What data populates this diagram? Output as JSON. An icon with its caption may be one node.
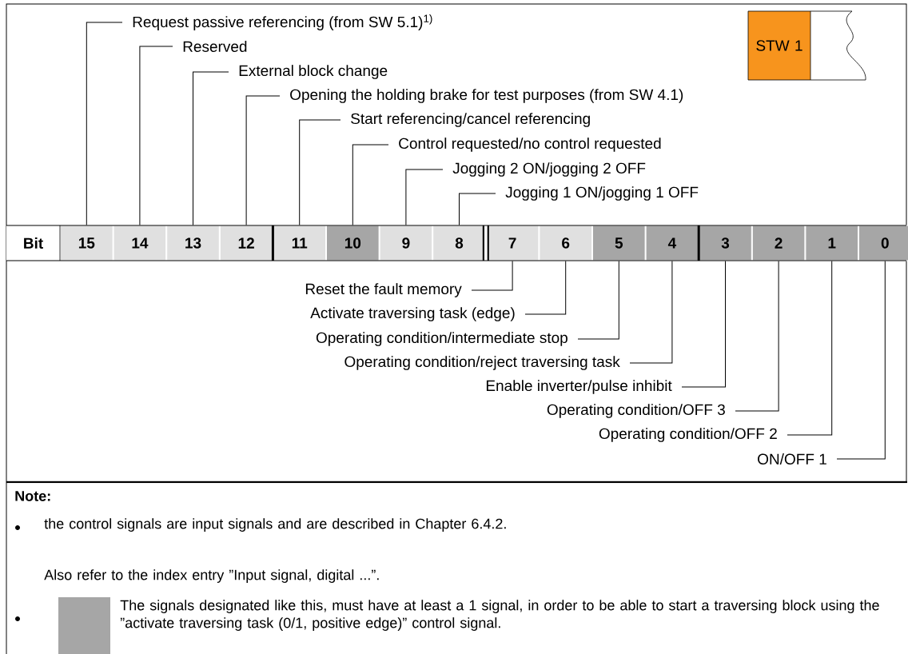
{
  "diagram": {
    "nodes": [
      {
        "text": [
          "Request passive referencing (from SW 5.1)$^{1)}$"
        ]
      },
      {
        "text": [
          "Reserved"
        ]
      },
      {
        "text": [
          "External block change"
        ]
      },
      {
        "text": [
          "Opening the holding brake for test purposes (from SW 4.1)"
        ]
      },
      {
        "text": [
          "Start referencing/cancel referencing"
        ]
      },
      {
        "text": [
          "Control requested/no control requested"
        ]
      },
      {
        "text": [
          "Jogging 2 ON/jogging 2 OFF"
        ]
      },
      {
        "text": [
          "Jogging 1 ON/jogging 1 OFF"
        ]
      },
      {
        "text": [
          "STW 1"
        ]
      },
      {
        "text": [
          "Bit"
        ]
      },
      {
        "text": [
          "15"
        ]
      },
      {
        "text": [
          "14"
        ]
      },
      {
        "text": [
          "13"
        ]
      },
      {
        "text": [
          "12"
        ]
      },
      {
        "text": [
          "11"
        ]
      },
      {
        "text": [
          "10"
        ]
      },
      {
        "text": [
          "9"
        ]
      },
      {
        "text": [
          "8"
        ]
      },
      {
        "text": [
          "7"
        ]
      },
      {
        "text": [
          "6"
        ]
      },
      {
        "text": [
          "5"
        ]
      },
      {
        "text": [
          "4"
        ]
      },
      {
        "text": [
          "3"
        ]
      },
      {
        "text": [
          "2"
        ]
      },
      {
        "text": [
          "1"
        ]
      },
      {
        "text": [
          "0"
        ]
      },
      {
        "text": [
          "Reset the fault memory"
        ]
      },
      {
        "text": [
          "Activate traversing task (edge)"
        ]
      },
      {
        "text": [
          "Operating condition/intermediate stop"
        ]
      },
      {
        "text": [
          "Operating condition/reject traversing task"
        ]
      },
      {
        "text": [
          "Enable inverter/pulse inhibit"
        ]
      },
      {
        "text": [
          "Operating condition/OFF 3"
        ]
      },
      {
        "text": [
          "Operating condition/OFF 2"
        ]
      },
      {
        "text": [
          "ON/OFF 1"
        ]
      }
    ],
    "edges": [
      {
        "from": 0,
        "to": 10,
        "arrow": "none"
      },
      {
        "from": 1,
        "to": 11,
        "arrow": "none"
      },
      {
        "from": 2,
        "to": 12,
        "arrow": "none"
      },
      {
        "from": 3,
        "to": 13,
        "arrow": "none"
      },
      {
        "from": 4,
        "to": 14,
        "arrow": "none"
      },
      {
        "from": 5,
        "to": 15,
        "arrow": "none"
      },
      {
        "from": 6,
        "to": 16,
        "arrow": "none"
      },
      {
        "from": 7,
        "to": 17,
        "arrow": "none"
      },
      {
        "from": 26,
        "to": 18,
        "arrow": "none"
      },
      {
        "from": 27,
        "to": 19,
        "arrow": "none"
      },
      {
        "from": 28,
        "to": 20,
        "arrow": "none"
      },
      {
        "from": 29,
        "to": 21,
        "arrow": "none"
      },
      {
        "from": 30,
        "to": 22,
        "arrow": "none"
      },
      {
        "from": 31,
        "to": 23,
        "arrow": "none"
      },
      {
        "from": 32,
        "to": 24,
        "arrow": "none"
      },
      {
        "from": 33,
        "to": 25,
        "arrow": "none"
      }
    ],
    "labels": [
      "Note:",
      "the control signals are input signals and are described in Chapter 6.4.2.",
      "Also refer to the index entry ”Input signal, digital ...”."
    ],
    "legend": [
      {
        "text": "The signals designated like this, must have at least a 1 signal, in order to be able to start a traversing block using the ”activate traversing task (0/1, positive edge)” control signal.",
        "color": "#a6a6a6"
      }
    ]
  }
}
